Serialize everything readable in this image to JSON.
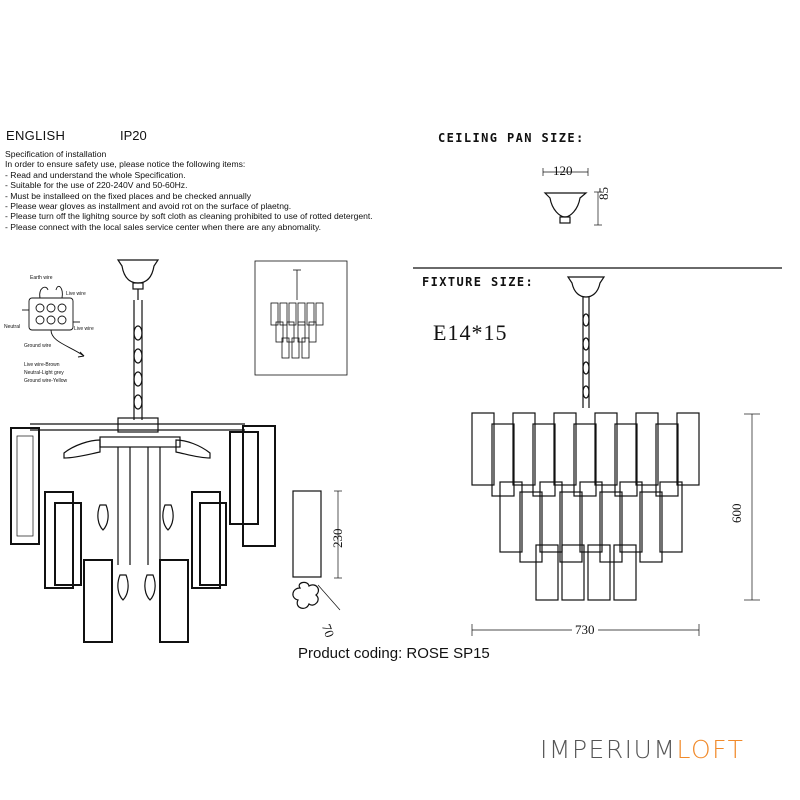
{
  "header": {
    "language": "ENGLISH",
    "ip_rating": "IP20"
  },
  "specification": {
    "lines": [
      "Specification of installation",
      "In order to ensure safety use, please notice the following items:",
      "- Read and understand the whole Specification.",
      "- Suitable for the use of 220-240V and 50-60Hz.",
      "- Must be installeed on the fixed places and be checked annually",
      "- Please wear gloves as installment and avoid rot on the surface of plaetng.",
      "- Please turn off the lighitng source by soft cloth as cleaning prohibited to use of rotted detergent.",
      "- Please connect with the local sales service center when there are any abnomality."
    ]
  },
  "ceiling_pan": {
    "title": "CEILING PAN SIZE:",
    "width": "120",
    "height": "85"
  },
  "fixture": {
    "title": "FIXTURE SIZE:",
    "lamp": "E14*15",
    "height": "600",
    "width": "730"
  },
  "glass_part": {
    "height": "230",
    "width": "70"
  },
  "wiring": {
    "labels": [
      "Earth wire",
      "Live wire",
      "Neutral",
      "Live wire",
      "Ground wire"
    ],
    "legend": [
      "Live wire-Brown",
      "Neutral-Light grey",
      "Ground wire-Yellow"
    ]
  },
  "product": {
    "coding": "Product coding: ROSE SP15"
  },
  "brand": {
    "part1": "IMPERIUM",
    "part2": "LOFT",
    "accent_color": "#f18a2a"
  }
}
